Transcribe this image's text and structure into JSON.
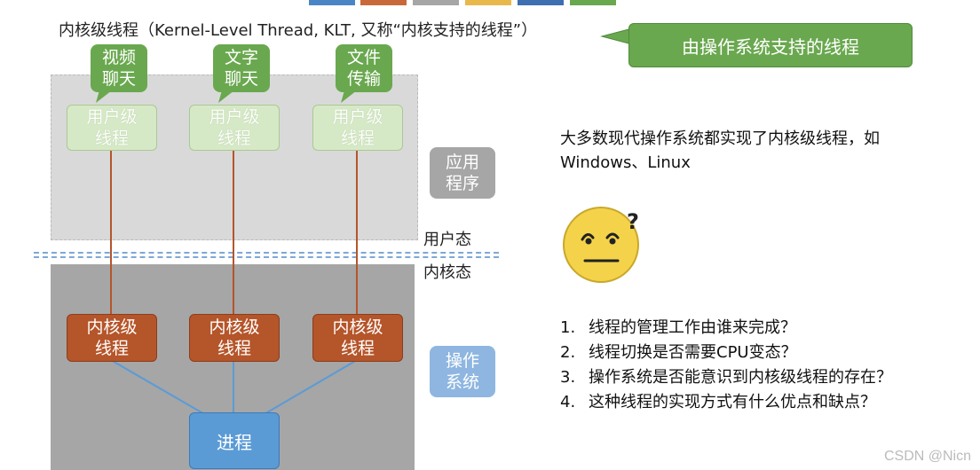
{
  "top_bar_colors": [
    "#4a86c5",
    "#c9693a",
    "#a6a6a6",
    "#e8b84a",
    "#3e6fb0",
    "#6aa84f"
  ],
  "title": "内核级线程（Kernel-Level Thread, KLT, 又称“内核支持的线程”）",
  "callout": "由操作系统支持的线程",
  "apps": [
    {
      "label": "视频\n聊天"
    },
    {
      "label": "文字\n聊天"
    },
    {
      "label": "文件\n传输"
    }
  ],
  "user_threads": [
    {
      "label": "用户级\n线程"
    },
    {
      "label": "用户级\n线程"
    },
    {
      "label": "用户级\n线程"
    }
  ],
  "kernel_threads": [
    {
      "label": "内核级\n线程"
    },
    {
      "label": "内核级\n线程"
    },
    {
      "label": "内核级\n线程"
    }
  ],
  "process": "进程",
  "tag_app": "应用\n程序",
  "tag_os": "操作\n系统",
  "user_mode": "用户态",
  "kernel_mode": "内核态",
  "description": "大多数现代操作系统都实现了内核级线程，如Windows、Linux",
  "questions": [
    {
      "num": "1.",
      "text": "线程的管理工作由谁来完成？"
    },
    {
      "num": "2.",
      "text": "线程切换是否需要CPU变态？"
    },
    {
      "num": "3.",
      "text": "操作系统是否能意识到内核级线程的存在？"
    },
    {
      "num": "4.",
      "text": "这种线程的实现方式有什么优点和缺点？"
    }
  ],
  "watermark": "CSDN @Nicn",
  "colors": {
    "green": "#6aa84f",
    "light_green": "#d6e9c6",
    "kernel_thread": "#b5552a",
    "process": "#5b9bd5",
    "link_user": "#b5552a",
    "link_process": "#5b9bd5"
  }
}
